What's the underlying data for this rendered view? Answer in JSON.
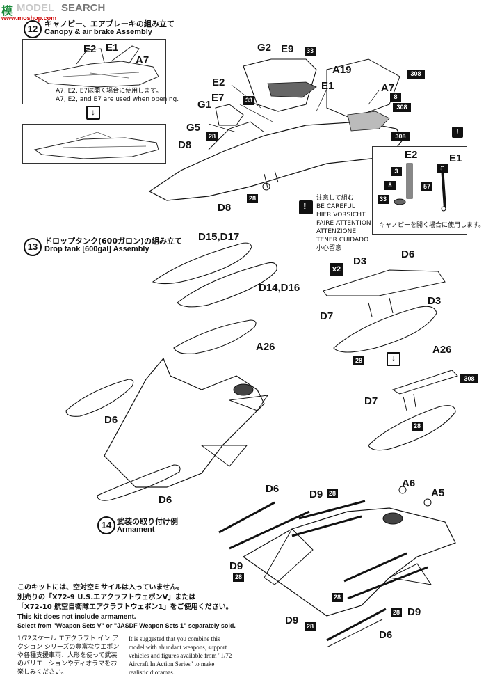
{
  "watermark": {
    "brand": "SEARCH",
    "brand_prefix": "MODEL",
    "logo_glyph": "模",
    "site": "www.moshop.com"
  },
  "step12": {
    "number": "12",
    "title_jp": "キャノピー、エアブレーキの組み立て",
    "title_en": "Canopy & air brake Assembly",
    "inset_labels": [
      "E2",
      "E1",
      "A7"
    ],
    "inset_note_jp": "A7, E2, E7は開く場合に使用します。",
    "inset_note_en": "A7, E2, and E7 are used when opening.",
    "part_labels": [
      "G2",
      "E9",
      "A19",
      "E2",
      "E1",
      "A7",
      "E7",
      "G1",
      "G5",
      "D8",
      "D8"
    ],
    "callouts": [
      "33",
      "33",
      "308",
      "8",
      "308",
      "308",
      "28",
      "28"
    ],
    "caution_lines": [
      "注意して組む",
      "BE CAREFUL",
      "HIER VORSICHT",
      "FAIRE ATTENTION",
      "ATTENZIONE",
      "TENER CUIDADO",
      "小心留意"
    ],
    "detail_labels": [
      "E2",
      "E1"
    ],
    "detail_callouts": [
      "3",
      "8",
      "33",
      "8",
      "57"
    ],
    "detail_note_jp": "キャノピーを開く場合に使用します。"
  },
  "step13": {
    "number": "13",
    "title_jp": "ドロップタンク(600ガロン)の組み立て",
    "title_en": "Drop tank [600gal] Assembly",
    "labels": [
      "D15,D17",
      "D14,D16",
      "A26",
      "D6",
      "D6"
    ],
    "multiplier": "x2",
    "right_labels": [
      "D3",
      "D6",
      "D3",
      "D7",
      "A26",
      "D7"
    ],
    "right_callouts": [
      "28",
      "308",
      "28"
    ]
  },
  "step14": {
    "number": "14",
    "title_jp": "武装の取り付け例",
    "title_en": "Armament",
    "labels": [
      "D6",
      "D9",
      "A6",
      "A5",
      "D9",
      "D9",
      "D9",
      "D6"
    ],
    "callouts": [
      "28",
      "28",
      "28",
      "28",
      "28"
    ]
  },
  "footer": {
    "jp_line1": "このキットには、空対空ミサイルは入っていません。",
    "jp_line2": "別売りの「X72-9 U.S.エアクラフトウェポンV」または",
    "jp_line3": "「X72-10 航空自衛隊エアクラフトウェポン1」をご使用ください。",
    "en_line1": "This kit does not include armament.",
    "en_line2": "Select from \"Weapon Sets V\" or \"JASDF Weapon Sets 1\" separately sold.",
    "jp_small": "1/72スケール エアクラフト イン アクション シリーズの豊富なウエポンや各種支援車両、人形を使って武装のバリエーションやディオラマをお楽しみください。",
    "en_small": "It is suggested that you combine this model with abundant weapons, support vehicles and figures available from \"1/72 Aircraft In Action Series\" to make realistic dioramas."
  }
}
